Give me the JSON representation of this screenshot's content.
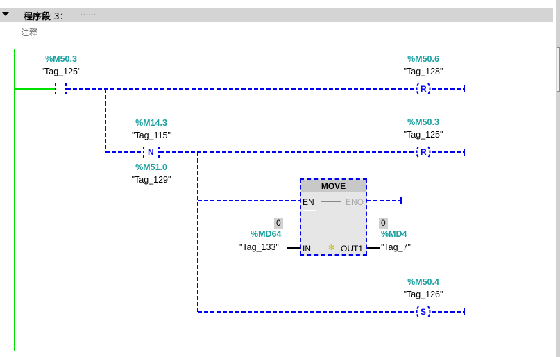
{
  "network": {
    "title": "程序段",
    "number": "3：",
    "title_placeholder": "......",
    "comment": "注释"
  },
  "colors": {
    "power_rail": "#00e000",
    "wire": "#0000ee",
    "address": "#1aa0a0"
  },
  "elements": {
    "contact_1": {
      "type": "NO contact",
      "address": "%M50.3",
      "tag": "\"Tag_125\""
    },
    "coil_1": {
      "type": "reset coil",
      "letter": "R",
      "address": "%M50.6",
      "tag": "\"Tag_128\""
    },
    "n_trig": {
      "type": "negative edge",
      "letter": "N",
      "address": "%M14.3",
      "tag": "\"Tag_115\"",
      "mem_address": "%M51.0",
      "mem_tag": "\"Tag_129\""
    },
    "coil_2": {
      "type": "reset coil",
      "letter": "R",
      "address": "%M50.3",
      "tag": "\"Tag_125\""
    },
    "move": {
      "title": "MOVE",
      "en": "EN",
      "eno": "ENO",
      "in_pin": "IN",
      "out_pin": "OUT1",
      "star": "✻",
      "in_value": "0",
      "in_address": "%MD64",
      "in_tag": "\"Tag_133\"",
      "out_value": "0",
      "out_address": "%MD4",
      "out_tag": "\"Tag_7\""
    },
    "coil_3": {
      "type": "set coil",
      "letter": "S",
      "address": "%M50.4",
      "tag": "\"Tag_126\""
    }
  }
}
